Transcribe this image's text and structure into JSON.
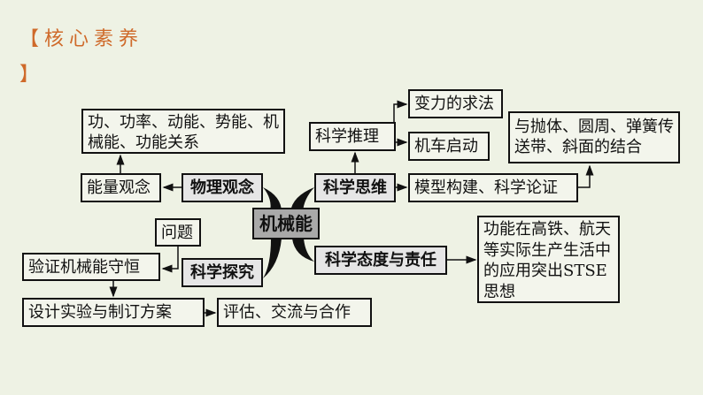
{
  "title": {
    "line1": "【核心素养",
    "line2": "】"
  },
  "center": "机械能",
  "physics_concept": {
    "label": "物理观念",
    "energy_concept": "能量观念",
    "content": "功、功率、动能、势能、机械能、功能关系"
  },
  "scientific_thinking": {
    "label": "科学思维",
    "reasoning": "科学推理",
    "variable_force": "变力的求法",
    "vehicle_start": "机车启动",
    "modeling": "模型构建、科学论证",
    "combination": "与抛体、圆周、弹簧传送带、斜面的结合"
  },
  "scientific_inquiry": {
    "label": "科学探究",
    "question": "问题",
    "verify": "验证机械能守恒",
    "design": "设计实验与制订方案",
    "evaluate": "评估、交流与合作"
  },
  "attitude": {
    "label": "科学态度与责任",
    "content": "功能在高铁、航天等实际生产生活中的应用突出STSE思想"
  }
}
